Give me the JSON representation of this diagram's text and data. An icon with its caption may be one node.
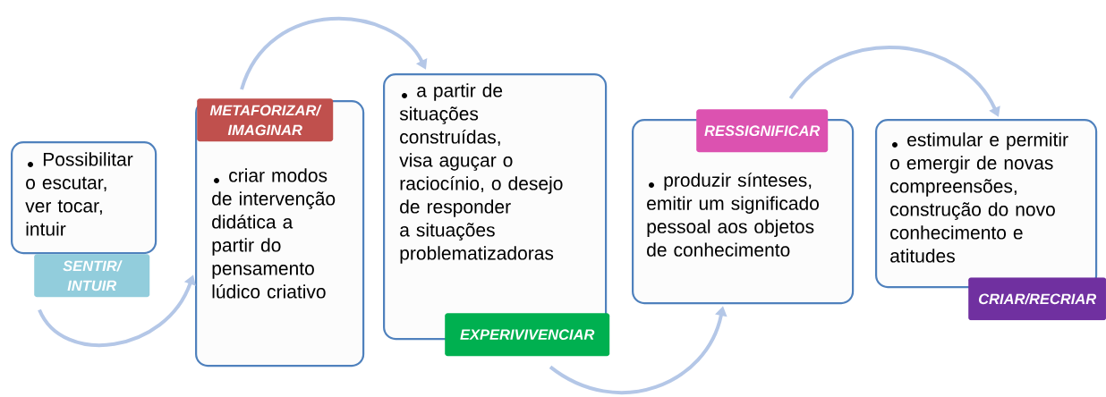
{
  "diagram": {
    "nodes": [
      {
        "text": [
          "Possibilitar o escutar, ver tocar, intuir",
          "SENTIR/ INTUIR"
        ]
      },
      {
        "text": [
          "METAFORIZAR/ IMAGINAR",
          "criar modos de intervenção didática a partir do pensamento lúdico criativo"
        ]
      },
      {
        "text": [
          "a partir de situações construídas, visa aguçar o raciocínio, o desejo de responder a situações problematizadoras",
          "EXPERIVIVENCIAR"
        ]
      },
      {
        "text": [
          "RESSIGNIFICAR",
          "produzir sínteses, emitir um significado pessoal aos objetos de conhecimento"
        ]
      },
      {
        "text": [
          "estimular e permitir o emergir de novas compreensões, construção do novo conhecimento e atitudes",
          "CRIAR/RECRIAR"
        ]
      }
    ],
    "edges": [
      {
        "from": 0,
        "to": 1,
        "arrow": "to"
      },
      {
        "from": 1,
        "to": 2,
        "arrow": "to"
      },
      {
        "from": 2,
        "to": 3,
        "arrow": "to"
      },
      {
        "from": 3,
        "to": 4,
        "arrow": "to"
      }
    ]
  }
}
